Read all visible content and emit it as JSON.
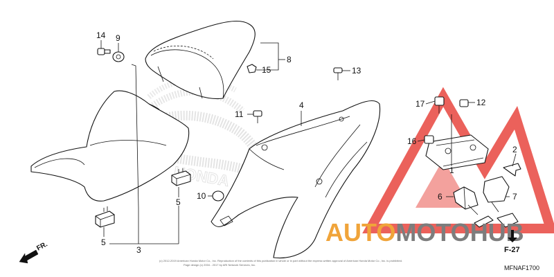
{
  "callouts": {
    "n14": "14",
    "n9": "9",
    "n8": "8",
    "n15": "15",
    "n13": "13",
    "n4": "4",
    "n11": "11",
    "n10": "10",
    "n17": "17",
    "n12": "12",
    "n16": "16",
    "n1": "1",
    "n2": "2",
    "n6": "6",
    "n7": "7",
    "n5a": "5",
    "n5b": "5",
    "n3": "3"
  },
  "watermark": {
    "brand_left": "AUTO",
    "brand_mid": "MOTO",
    "brand_right": "HUB",
    "colors": {
      "orange": "#f0a43a",
      "gray": "#7d7d7d",
      "red": "#e8463f"
    }
  },
  "labels": {
    "front_arrow": "FR.",
    "section_ref": "F-27",
    "diagram_code": "MFNAF1700",
    "background_logo": "HONDA"
  },
  "copyright": {
    "line1": "(c) 2012-2019 American Honda Motor Co., Inc. Reproduction of the contents of this publication in whole or in part without the express written approval of American Honda Motor Co., Inc. is prohibited.",
    "line2": "Page design (c) 2004 - 2017 by ARI Network Services, Inc."
  }
}
